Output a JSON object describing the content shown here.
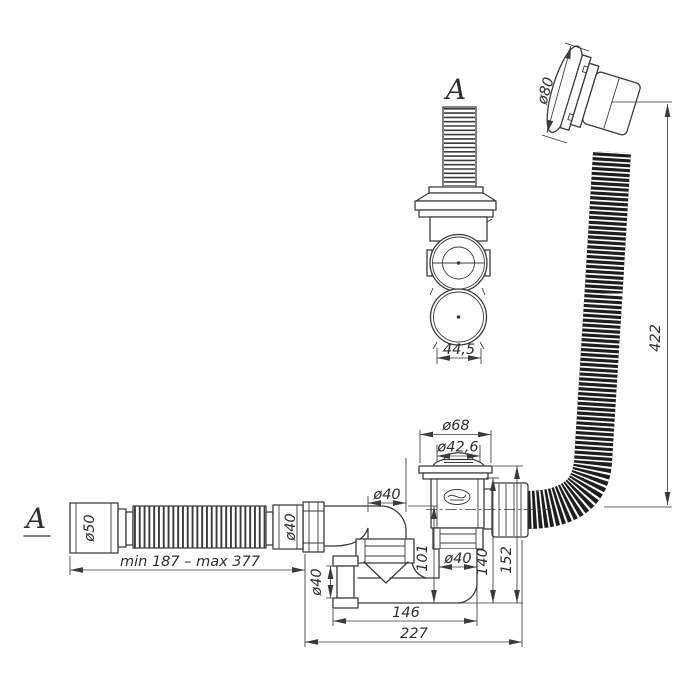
{
  "drawing": {
    "type": "technical-drawing",
    "subject": "bathtub siphon drain with overflow",
    "background_color": "#ffffff",
    "line_color": "#3b3b3b",
    "hose_color": "#1e1e1e",
    "labels": {
      "view_a": "A",
      "section_a": "A"
    },
    "dimensions": {
      "d44_5": "44,5",
      "d80": "ø80",
      "d422": "422",
      "d68": "ø68",
      "d42_6": "ø42,6",
      "d40_riser": "ø40",
      "d40_drain": "ø40",
      "d40_clean": "ø40",
      "d40_flex": "ø40",
      "d50": "ø50",
      "d101": "101",
      "d140": "140",
      "d152": "152",
      "d146": "146",
      "d227": "227",
      "flex_range": "min 187 – max 377"
    }
  }
}
